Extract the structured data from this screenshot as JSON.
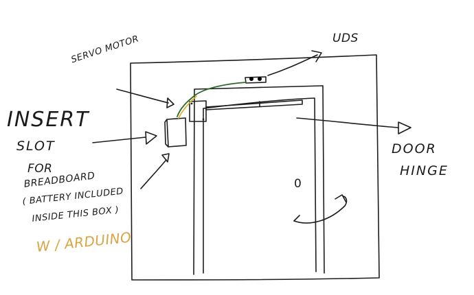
{
  "labels": {
    "servo_motor": "SERVO MOTOR",
    "uds": "UDS",
    "insert": "INSERT",
    "slot": "SLOT",
    "for": "FOR",
    "breadboard": "BREADBOARD",
    "battery_line": "( BATTERY INCLUDED",
    "inside_box": "INSIDE THIS BOX )",
    "arduino": "W / ARDUINO",
    "door": "DOOR",
    "hinge": "HINGE",
    "knob_mark": "0"
  },
  "colors": {
    "ink": "#1c1c1c",
    "arduino_note": "#d9a441",
    "wire_green": "#2f6b2f",
    "wire_yellow": "#d9b52a"
  }
}
